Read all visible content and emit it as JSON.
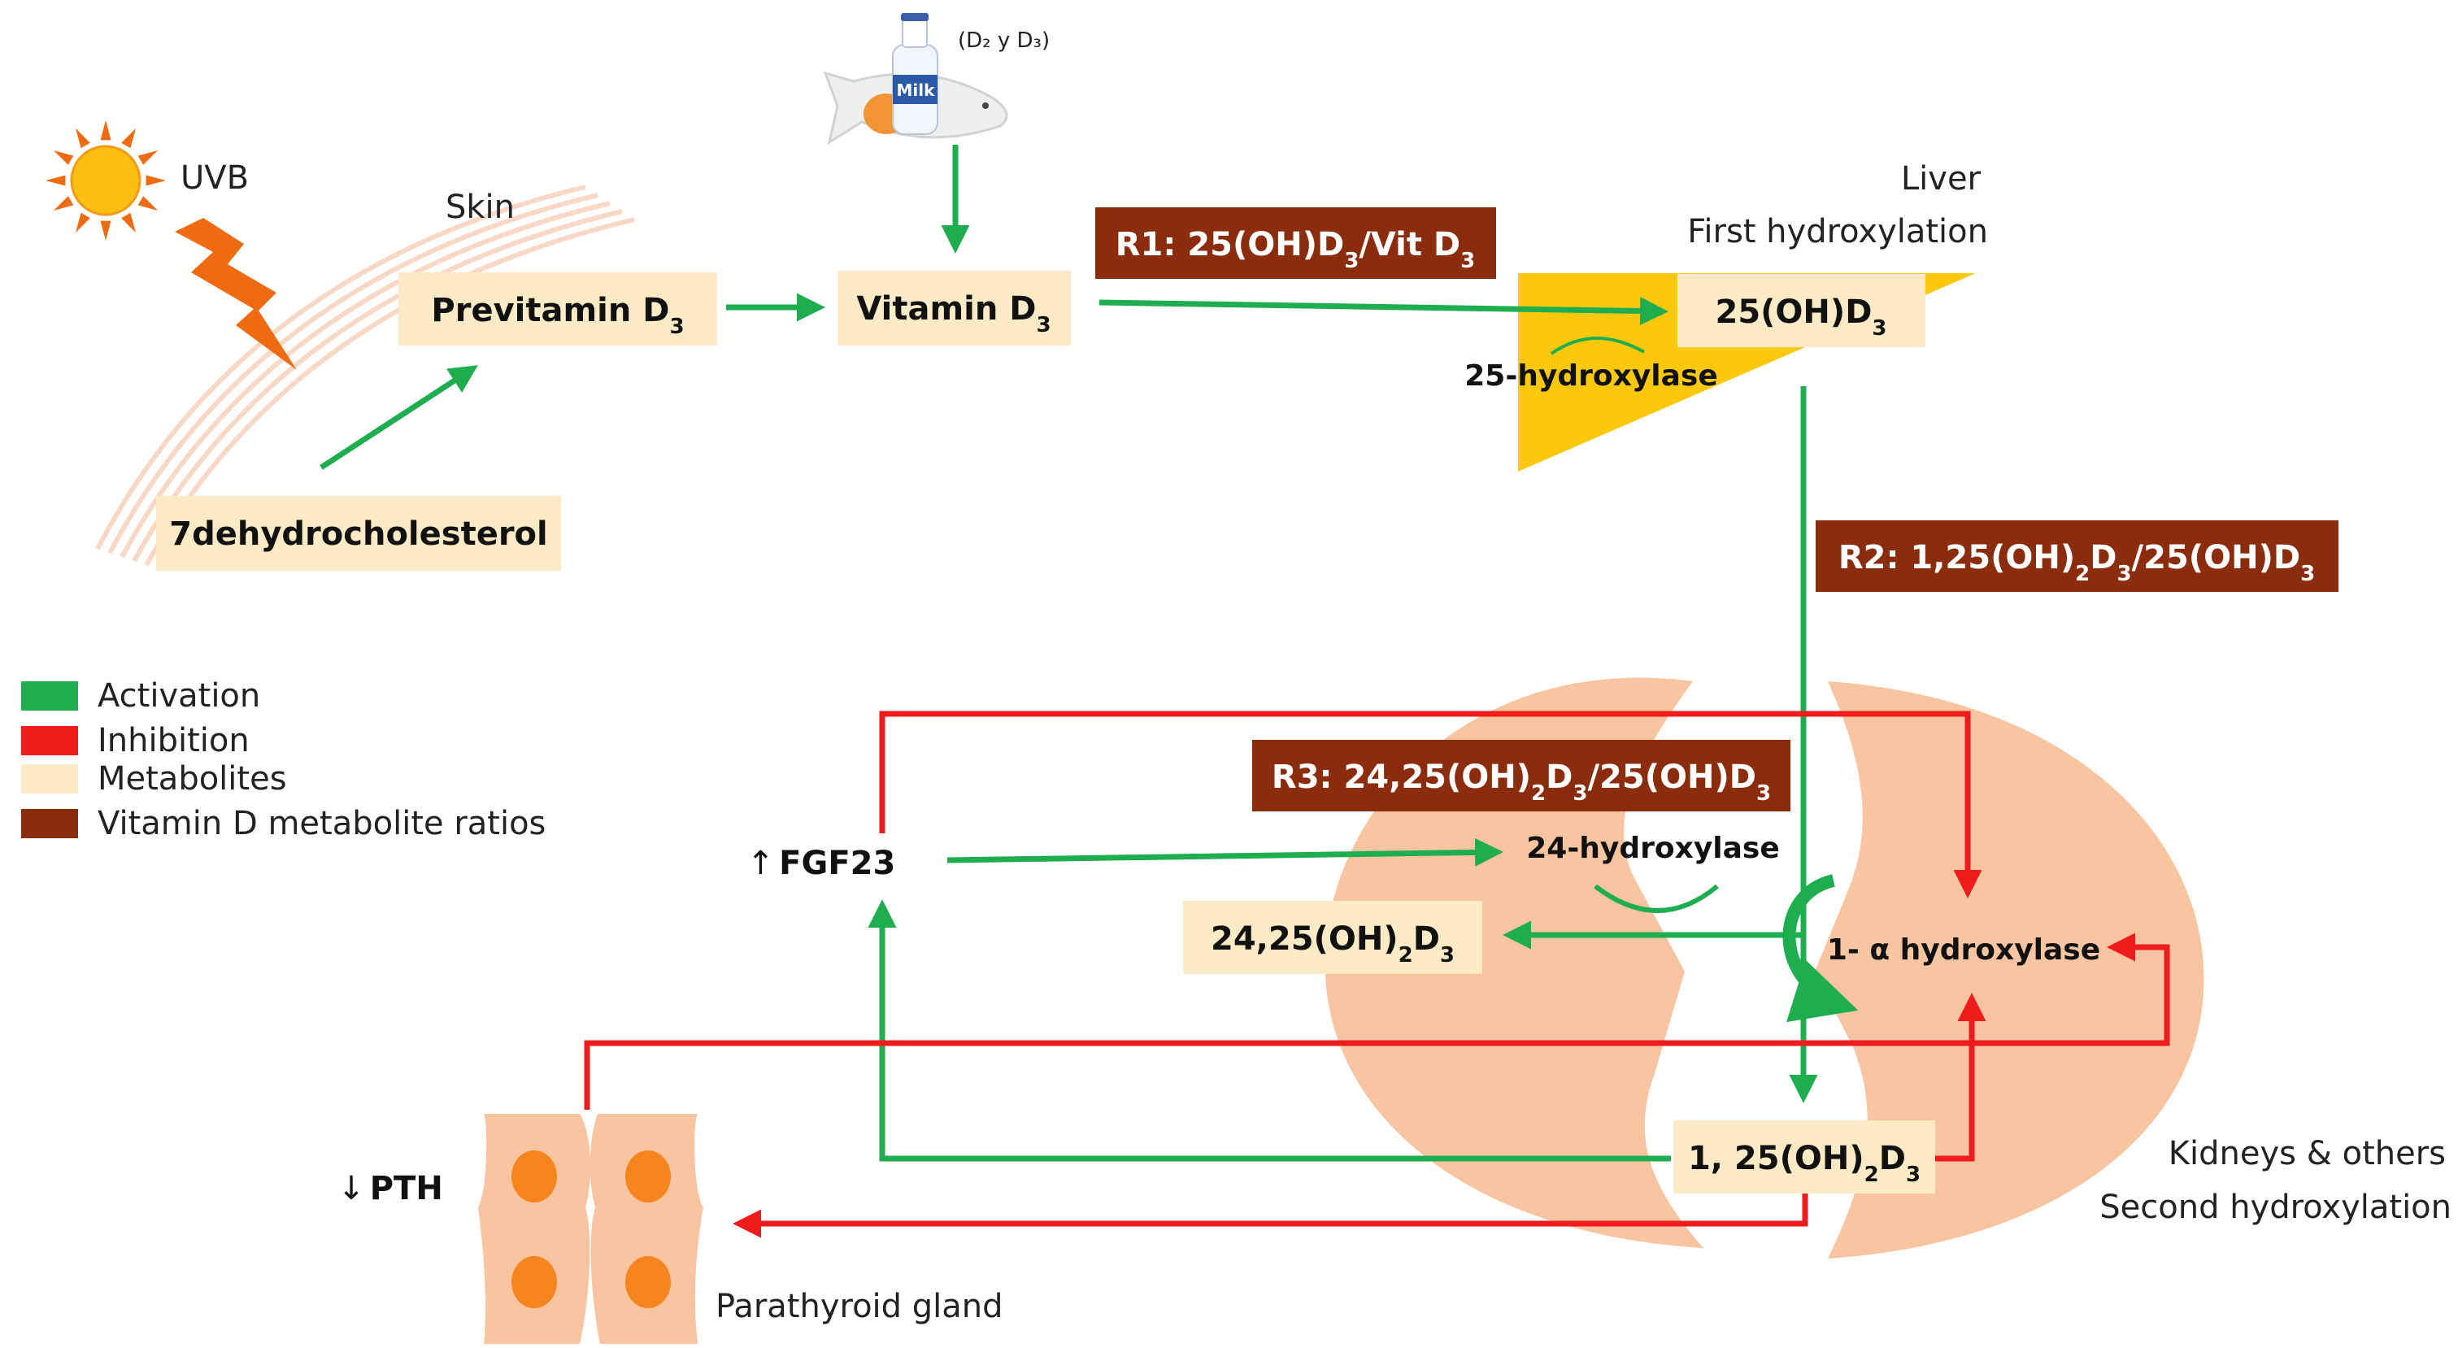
{
  "colors": {
    "activation": "#1fae4f",
    "inhibition": "#f01b1b",
    "metabolite_fill": "#fdebc6",
    "ratio_fill": "#8b2c0c",
    "organ_fill": "#f9c4a0",
    "liver_fill": "#fcc80c",
    "gland_spot": "#f7851e",
    "sun": "#fbbf12",
    "bolt": "#ee6b12"
  },
  "labels": {
    "uvb": "UVB",
    "skin": "Skin",
    "liver": "Liver",
    "first_hydroxylation": "First hydroxylation",
    "kidneys": "Kidneys & others",
    "second_hydroxylation": "Second hydroxylation",
    "parathyroid": "Parathyroid gland",
    "diet_source": "(D₂ y D₃)",
    "milk": "Milk"
  },
  "metabolites": {
    "dehydrocholesterol": "7dehydrocholesterol",
    "previtamin_base": "Previtamin D",
    "previtamin_sub": "3",
    "vitamin_base": "Vitamin D",
    "vitamin_sub": "3",
    "hydroxy25_a": "25(OH)D",
    "hydroxy25_b": "3",
    "dihydroxy2425_a": "24,25(OH)",
    "dihydroxy2425_b": "2",
    "dihydroxy2425_c": "D",
    "dihydroxy2425_d": "3",
    "dihydroxy125_a": "1, 25(OH)",
    "dihydroxy125_b": "2",
    "dihydroxy125_c": "D",
    "dihydroxy125_d": "3"
  },
  "ratios": {
    "r1_a": "R1: 25(OH)D",
    "r1_b": "3",
    "r1_c": "/Vit D",
    "r1_d": "3",
    "r2_a": "R2: 1,25(OH)",
    "r2_b": "2",
    "r2_c": "D",
    "r2_d": "3",
    "r2_e": "/25(OH)D",
    "r2_f": "3",
    "r3_a": "R3: 24,25(OH)",
    "r3_b": "2",
    "r3_c": "D",
    "r3_d": "3",
    "r3_e": "/25(OH)D",
    "r3_f": "3"
  },
  "enzymes": {
    "hydroxylase25": "25-hydroxylase",
    "hydroxylase24": "24-hydroxylase",
    "alpha_hydroxylase": "1- α hydroxylase"
  },
  "regulators": {
    "fgf23_arrow": "↑",
    "fgf23": "FGF23",
    "pth_arrow": "↓",
    "pth": "PTH"
  },
  "legend": [
    {
      "label": "Activation",
      "color": "#1fae4f"
    },
    {
      "label": "Inhibition",
      "color": "#f01b1b"
    },
    {
      "label": "Metabolites",
      "color": "#fdebc6"
    },
    {
      "label": "Vitamin D metabolite ratios",
      "color": "#8b2c0c"
    }
  ]
}
